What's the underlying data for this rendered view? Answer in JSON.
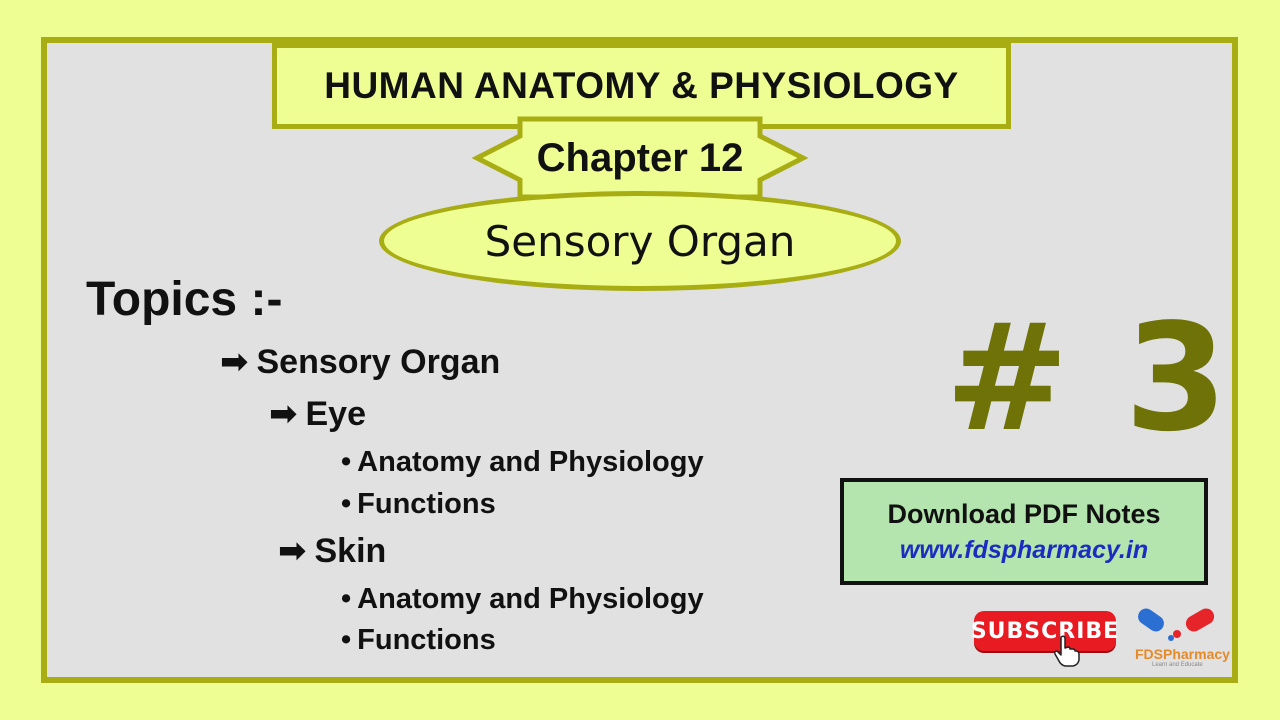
{
  "header": {
    "title": "HUMAN ANATOMY & PHYSIOLOGY",
    "chapter": "Chapter 12",
    "subject": "Sensory Organ"
  },
  "topics": {
    "heading": "Topics :-",
    "arrow_glyph": "➡",
    "bullet_glyph": "•",
    "items": [
      {
        "text": "Sensory Organ"
      },
      {
        "text": "Eye"
      },
      {
        "text": "Anatomy and Physiology"
      },
      {
        "text": "Functions"
      },
      {
        "text": "Skin"
      },
      {
        "text": "Anatomy and Physiology"
      },
      {
        "text": "Functions"
      }
    ]
  },
  "episode": "# 3",
  "download": {
    "title": "Download PDF Notes",
    "url": "www.fdspharmacy.in"
  },
  "subscribe": {
    "label": "SUBSCRIBE"
  },
  "logo": {
    "name": "FDSPharmacy",
    "tagline": "Learn and Educate"
  },
  "colors": {
    "background": "#eefe92",
    "accent": "#a9ad14",
    "episode": "#6f7307",
    "download_bg": "#b4e5ae",
    "url": "#1c2cc0",
    "subscribe": "#e81b22"
  }
}
